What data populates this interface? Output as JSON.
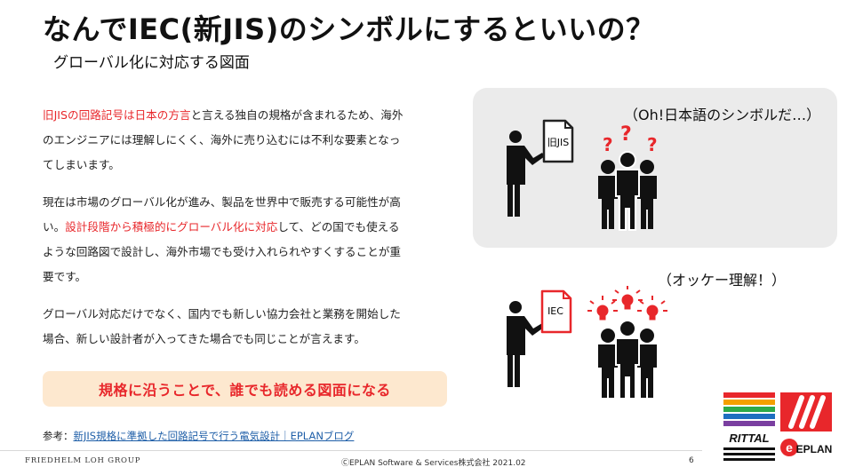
{
  "header": {
    "title": "なんでIEC(新JIS)のシンボルにするといいの？",
    "subtitle": "グローバル化に対応する図面"
  },
  "body": {
    "p1": {
      "highlight1": "旧JISの回路記号は日本の方言",
      "line1_rest": "と言える独自の規格が含まれるため、海外",
      "line2": "のエンジニアには理解しにくく、海外に売り込むには不利な要素となっ",
      "line3": "てしまいます。"
    },
    "p2": {
      "line1": "現在は市場のグローバル化が進み、製品を世界中で販売する可能性が高",
      "line2_pre": "い。",
      "highlight": "設計段階から積極的にグローバル化に対応",
      "line2_post": "して、どの国でも使える",
      "line3": "ような回路図で設計し、海外市場でも受け入れられやすくすることが重",
      "line4": "要です。"
    },
    "p3": {
      "line1": "グローバル対応だけでなく、国内でも新しい協力会社と業務を開始した",
      "line2": "場合、新しい設計者が入ってきた場合でも同じことが言えます。"
    },
    "callout": "規格に沿うことで、誰でも読める図面になる",
    "reference": {
      "prefix": "参考：",
      "link": "新JIS規格に準拠した回路記号で行う電気設計｜EPLANブログ"
    }
  },
  "illustration": {
    "speech_confused": "（Oh!日本語のシンボルだ…）",
    "speech_ok": "（オッケー理解！）",
    "doc_old": "旧JIS",
    "doc_new": "IEC",
    "question_mark": "?"
  },
  "footer": {
    "company": "FRIEDHELM LOH GROUP",
    "copyright": "ⒸEPLAN Software & Services株式会社  2021.02",
    "page": "6"
  },
  "logos": {
    "rittal": "RITTAL",
    "eplan": "EPLAN",
    "eplan_e": "e"
  },
  "colors": {
    "accent_red": "#e8272b",
    "callout_bg": "#fde8cf",
    "panel_bg": "#ebebeb",
    "link": "#1f5fa8"
  }
}
